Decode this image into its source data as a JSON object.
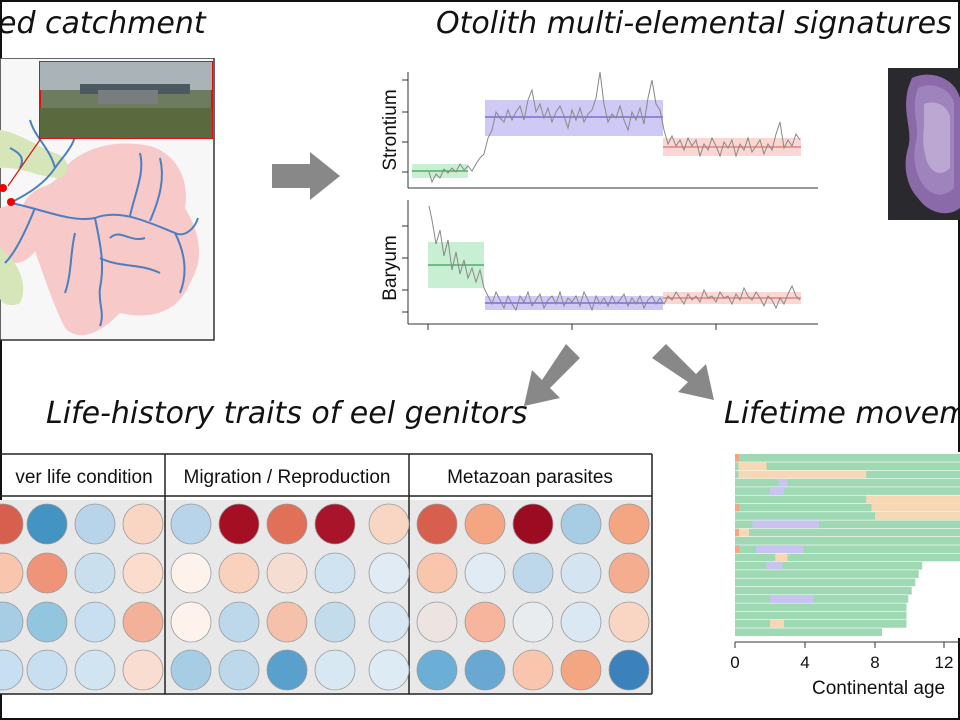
{
  "titles": {
    "catchment": "ed catchment",
    "otolith": "Otolith multi-elemental signatures",
    "traits": "Life-history traits of eel genitors",
    "movement": "Lifetime movem"
  },
  "otolith_chart": {
    "strontium_label": "Strontium",
    "baryum_label": "Baryum"
  },
  "traits_table": {
    "headers": [
      "ver life condition",
      "Migration / Reproduction",
      "Metazoan parasites"
    ],
    "rows": [
      [
        "#d6604d",
        "#4393c3",
        "#b7d4ea",
        "#f9d6c4",
        "#b7d4ea",
        "#a50f24",
        "#e07058",
        "#a8152b",
        "#f9d6c4",
        "#d6604d",
        "#f4a582",
        "#9b0c23",
        "#a6cde3",
        "#f4a582"
      ],
      [
        "#f9c6ad",
        "#ef9478",
        "#c9dfee",
        "#fbdccd",
        "#fdf2ec",
        "#f9d1bd",
        "#f5ddd2",
        "#cfe3f0",
        "#e0ebf4",
        "#f9c6ad",
        "#e0ebf4",
        "#bcd8ea",
        "#d4e5f1",
        "#f4ad8f"
      ],
      [
        "#a6cde3",
        "#92c5de",
        "#c7dff0",
        "#f4b199",
        "#fdf2ec",
        "#bcd8ea",
        "#f6c1aa",
        "#c2dcec",
        "#d6e6f2",
        "#ede4e1",
        "#f6b59c",
        "#e8ecef",
        "#dae8f3",
        "#f9d6c4"
      ],
      [
        "#c7dff0",
        "#c7dff0",
        "#d0e4f1",
        "#f9ddd0",
        "#a6cde3",
        "#bcd8ea",
        "#5aa0cd",
        "#d7e8f3",
        "#ddebf4",
        "#6baed6",
        "#6aa8d4",
        "#f9c6ad",
        "#f4a582",
        "#3b82bd"
      ]
    ]
  },
  "movement_chart": {
    "x_ticks": [
      "0",
      "4",
      "8",
      "12"
    ],
    "xlabel": "Continental age"
  },
  "colors": {
    "river": "#4a7fc1",
    "red_basin": "#f7c9c9",
    "green_basin": "#d6e6b8",
    "green": "#9fd9b4",
    "purple": "#c9c3f2",
    "peach": "#f7d7b4",
    "arrow": "#888888"
  }
}
